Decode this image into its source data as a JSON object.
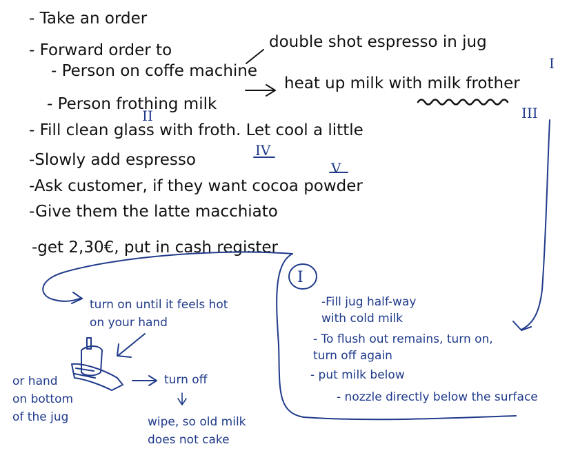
{
  "steps": [
    "- Take an order",
    "- Forward order to",
    "- Person on coffe machine",
    "- Person frothing milk",
    "- Fill clean glass with froth. Let cool a little",
    "-Slowly add espresso",
    "-Ask customer, if they want cocoa powder",
    "-Give them the latte macchiato",
    "-get 2,30€, put in cash register"
  ],
  "coffee_task": "double shot espresso in jug",
  "milk_task": "heat up milk with milk frother",
  "roman_markers": [
    "I",
    "II",
    "III",
    "IV",
    "V",
    "I"
  ],
  "frother_steps": [
    "-Fill jug half-way",
    "with cold milk",
    "- To flush out remains, turn on,",
    "turn off again",
    "- put milk below",
    "- nozzle directly below the surface"
  ],
  "sketch_notes": {
    "heat_1": "turn on until it feels hot",
    "heat_2": "on your hand",
    "hand_1": "or hand",
    "hand_2": "on bottom",
    "hand_3": "of the jug",
    "turn_off": "turn off",
    "wipe_1": "wipe, so old milk",
    "wipe_2": "does not cake"
  },
  "colors": {
    "black_ink": "#111111",
    "blue_ink": "#1f3a8a"
  }
}
